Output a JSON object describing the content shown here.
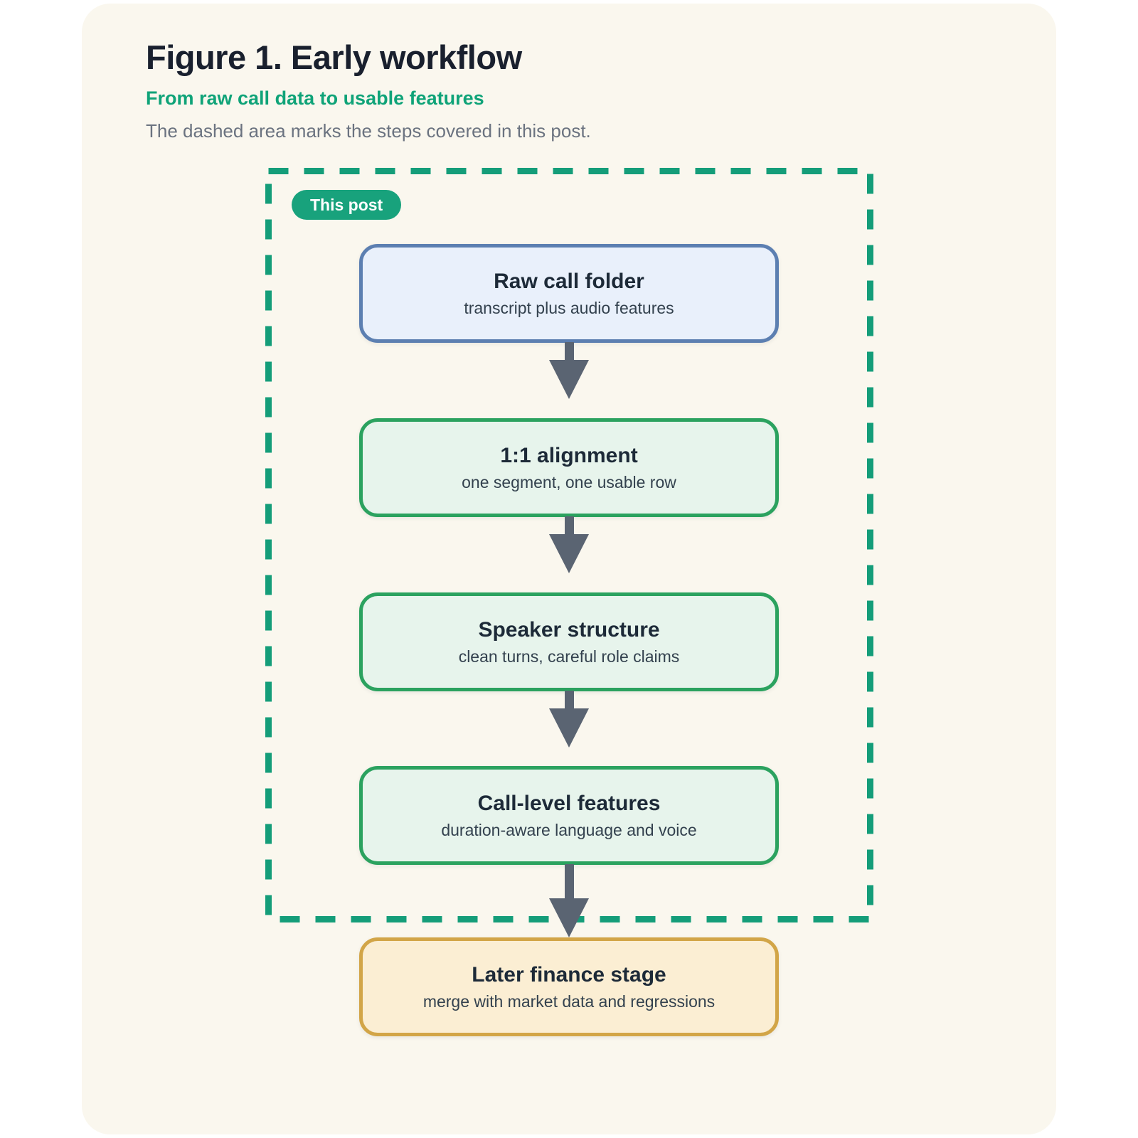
{
  "header": {
    "title": "Figure 1. Early workflow",
    "subtitle": "From raw call data to usable features",
    "caption": "The dashed area marks the steps covered in this post."
  },
  "badge": {
    "label": "This post"
  },
  "flow": {
    "nodes": [
      {
        "title": "Raw call folder",
        "subtitle": "transcript plus audio features",
        "variant": "blue"
      },
      {
        "title": "1:1 alignment",
        "subtitle": "one segment, one usable row",
        "variant": "green"
      },
      {
        "title": "Speaker structure",
        "subtitle": "clean turns, careful role claims",
        "variant": "green"
      },
      {
        "title": "Call-level features",
        "subtitle": "duration-aware language and voice",
        "variant": "green"
      },
      {
        "title": "Later finance stage",
        "subtitle": "merge with market data and regressions",
        "variant": "amber"
      }
    ]
  },
  "colors": {
    "card_background": "#FAF7EE",
    "accent_green": "#18A27C",
    "dashed_border": "#149D79",
    "blue_node_border": "#5C7FB1",
    "blue_node_background": "#E9F0FB",
    "green_node_border": "#2BA25F",
    "green_node_background": "#E7F4EC",
    "amber_node_border": "#D2A547",
    "amber_node_background": "#FBEED3",
    "arrow": "#5A6472",
    "title_text": "#19202E",
    "subtitle_text": "#0FA378",
    "caption_text": "#6B7380"
  }
}
